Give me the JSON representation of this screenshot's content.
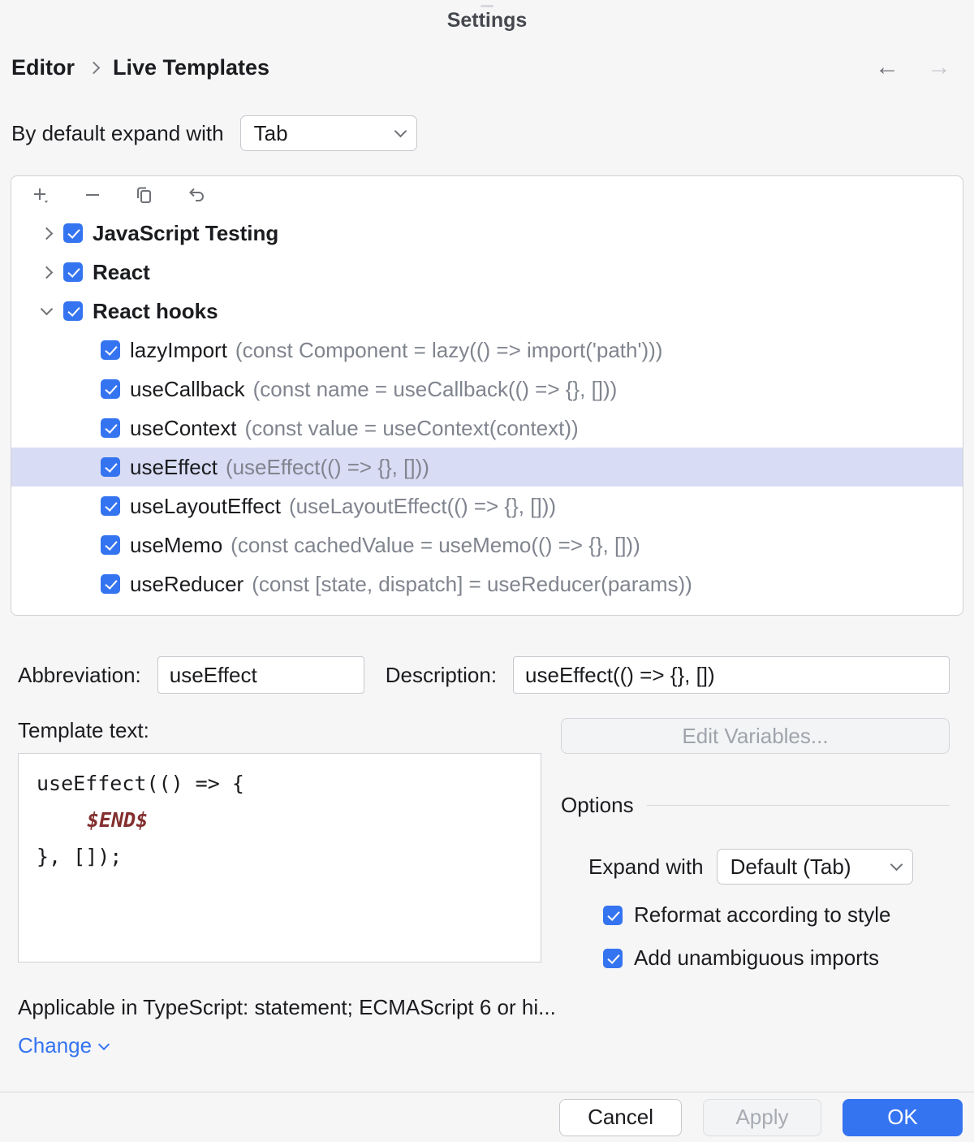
{
  "window": {
    "title": "Settings"
  },
  "breadcrumb": {
    "part1": "Editor",
    "part2": "Live Templates"
  },
  "icons": {
    "back": "←",
    "forward": "→"
  },
  "default_expand": {
    "label": "By default expand with",
    "value": "Tab"
  },
  "tree": {
    "groups": [
      {
        "label": "JavaScript Testing",
        "checked": true,
        "expanded": false
      },
      {
        "label": "React",
        "checked": true,
        "expanded": false
      },
      {
        "label": "React hooks",
        "checked": true,
        "expanded": true
      }
    ],
    "templates": [
      {
        "name": "lazyImport",
        "desc": "(const Component = lazy(() => import('path')))",
        "checked": true,
        "selected": false
      },
      {
        "name": "useCallback",
        "desc": "(const name = useCallback(() => {}, []))",
        "checked": true,
        "selected": false
      },
      {
        "name": "useContext",
        "desc": "(const value = useContext(context))",
        "checked": true,
        "selected": false
      },
      {
        "name": "useEffect",
        "desc": "(useEffect(() => {}, []))",
        "checked": true,
        "selected": true
      },
      {
        "name": "useLayoutEffect",
        "desc": "(useLayoutEffect(() => {}, []))",
        "checked": true,
        "selected": false
      },
      {
        "name": "useMemo",
        "desc": "(const cachedValue = useMemo(() => {}, []))",
        "checked": true,
        "selected": false
      },
      {
        "name": "useReducer",
        "desc": "(const [state, dispatch] = useReducer(params))",
        "checked": true,
        "selected": false
      }
    ]
  },
  "abbreviation": {
    "label": "Abbreviation:",
    "value": "useEffect"
  },
  "description": {
    "label": "Description:",
    "value": "useEffect(() => {}, [])"
  },
  "template_text": {
    "label": "Template text:",
    "line1": "useEffect(() => {",
    "line2": "$END$",
    "line3": "}, []);"
  },
  "edit_variables": {
    "label": "Edit Variables..."
  },
  "options": {
    "header": "Options",
    "expand_with_label": "Expand with",
    "expand_with_value": "Default (Tab)",
    "checkboxes": [
      {
        "label": "Reformat according to style",
        "checked": true
      },
      {
        "label": "Add unambiguous imports",
        "checked": true
      }
    ]
  },
  "applicable": {
    "text": "Applicable in TypeScript: statement; ECMAScript 6 or hi...",
    "change_link": "Change"
  },
  "footer": {
    "cancel": "Cancel",
    "apply": "Apply",
    "ok": "OK"
  }
}
